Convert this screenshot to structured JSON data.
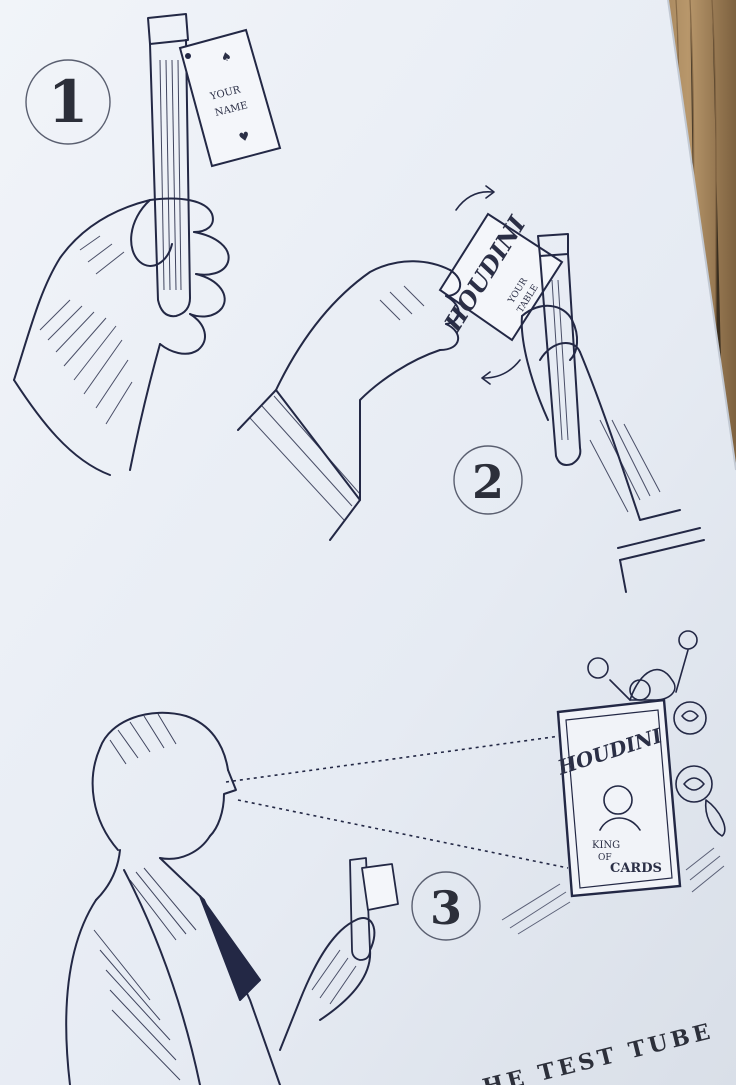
{
  "steps": [
    {
      "number": "1",
      "tag_text": [
        "YOUR",
        "NAME"
      ]
    },
    {
      "number": "2",
      "tag_brand": "HOUDINI",
      "tag_text": [
        "YOUR",
        "TABLE"
      ]
    },
    {
      "number": "3",
      "poster_text": [
        "HOUDINI",
        "KING",
        "OF",
        "CARDS"
      ]
    }
  ],
  "caption": "HE TEST TUBE",
  "colors": {
    "paper": "#e9eef5",
    "ink": "#232845",
    "wood": "#8a6e4d"
  }
}
